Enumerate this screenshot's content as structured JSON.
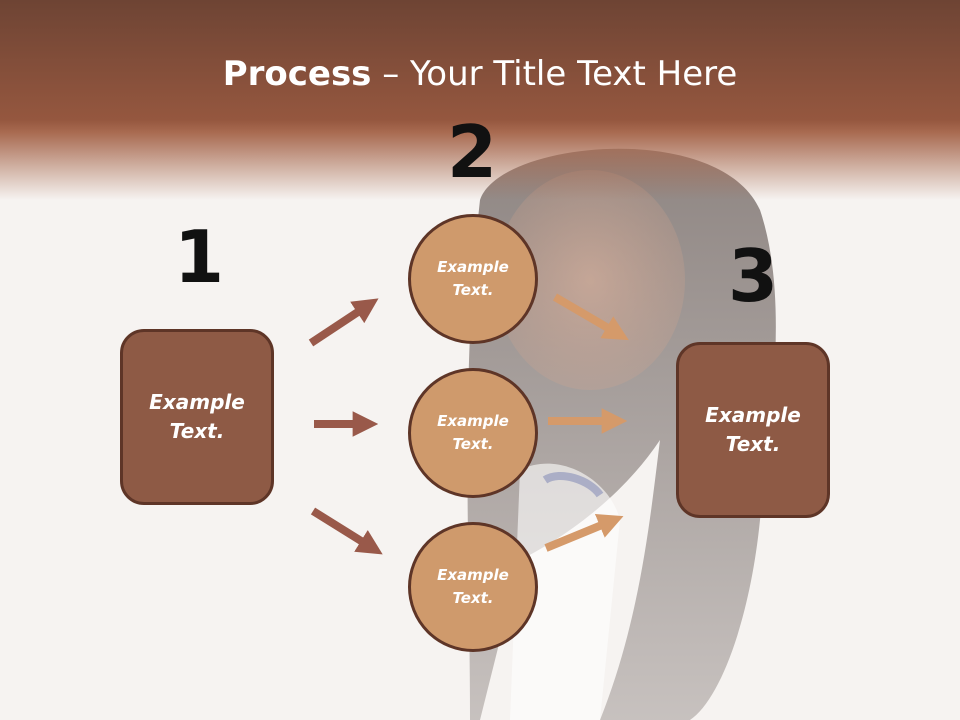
{
  "slide": {
    "title_bold": "Process",
    "title_rest": " – Your Title Text Here",
    "step_numbers": [
      "1",
      "2",
      "3"
    ],
    "left_box_text": "Example Text.",
    "circles": [
      {
        "text": "Example Text."
      },
      {
        "text": "Example Text."
      },
      {
        "text": "Example Text."
      }
    ],
    "right_box_text": "Example Text."
  },
  "colors": {
    "header": "#95573f",
    "box_fill": "#8e5a45",
    "box_border": "#5e3527",
    "circle_fill": "#cf9a6c",
    "arrow_dark": "#99594a",
    "arrow_light": "#d59a6a"
  }
}
